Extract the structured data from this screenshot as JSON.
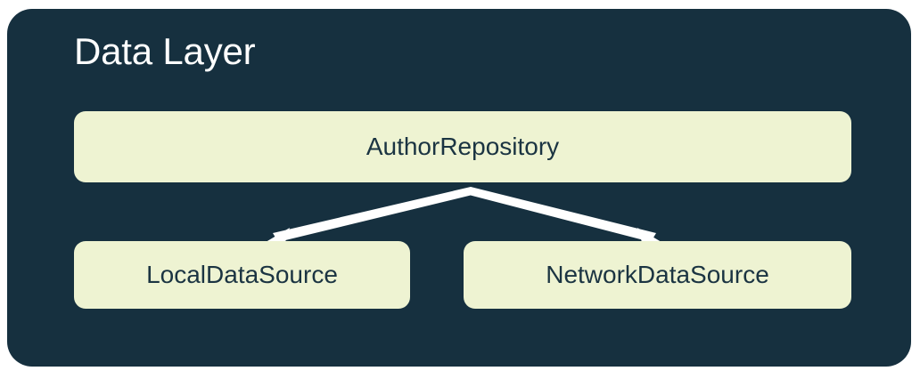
{
  "diagram": {
    "title": "Data Layer",
    "container_color": "#16303F",
    "node_fill_color": "#EEF3D2",
    "node_text_color": "#1B3442",
    "title_color": "#FFFFFF",
    "edge_color": "#FFFFFF",
    "nodes": [
      {
        "id": "repository",
        "label": "AuthorRepository"
      },
      {
        "id": "local",
        "label": "LocalDataSource"
      },
      {
        "id": "network",
        "label": "NetworkDataSource"
      }
    ],
    "edges": [
      {
        "from": "repository",
        "to": "local",
        "arrowhead": "filled-triangle"
      },
      {
        "from": "repository",
        "to": "network",
        "arrowhead": "filled-triangle"
      }
    ]
  }
}
